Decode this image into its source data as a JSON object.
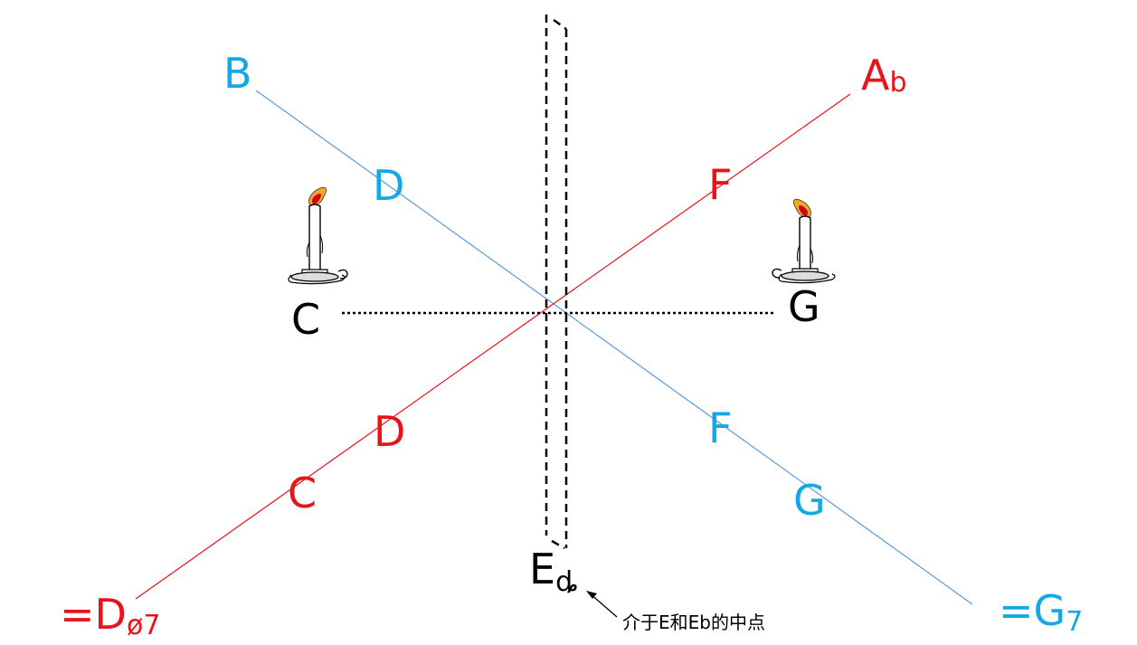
{
  "colors": {
    "red": "#e8131b",
    "blue": "#14a8e6",
    "black": "#000000",
    "blue_line": "#5b9bd5"
  },
  "labels": {
    "b_top": "B",
    "d_blue": "D",
    "ab_main": "A",
    "ab_flat": "b",
    "f_red": "F",
    "c_left": "C",
    "g_right": "G",
    "d_red": "D",
    "c_red": "C",
    "f_blue": "F",
    "g_blue": "G",
    "e_main": "E",
    "e_symbol": "ȡ",
    "dm_eq": "=",
    "dm_root": "D",
    "dm_quality": "ø7",
    "g7_eq": "=",
    "g7_root": "G",
    "g7_quality": "7"
  },
  "annotation": {
    "text": "介于E和Eb的中点"
  },
  "icons": [
    "candle-icon",
    "candle-icon"
  ]
}
